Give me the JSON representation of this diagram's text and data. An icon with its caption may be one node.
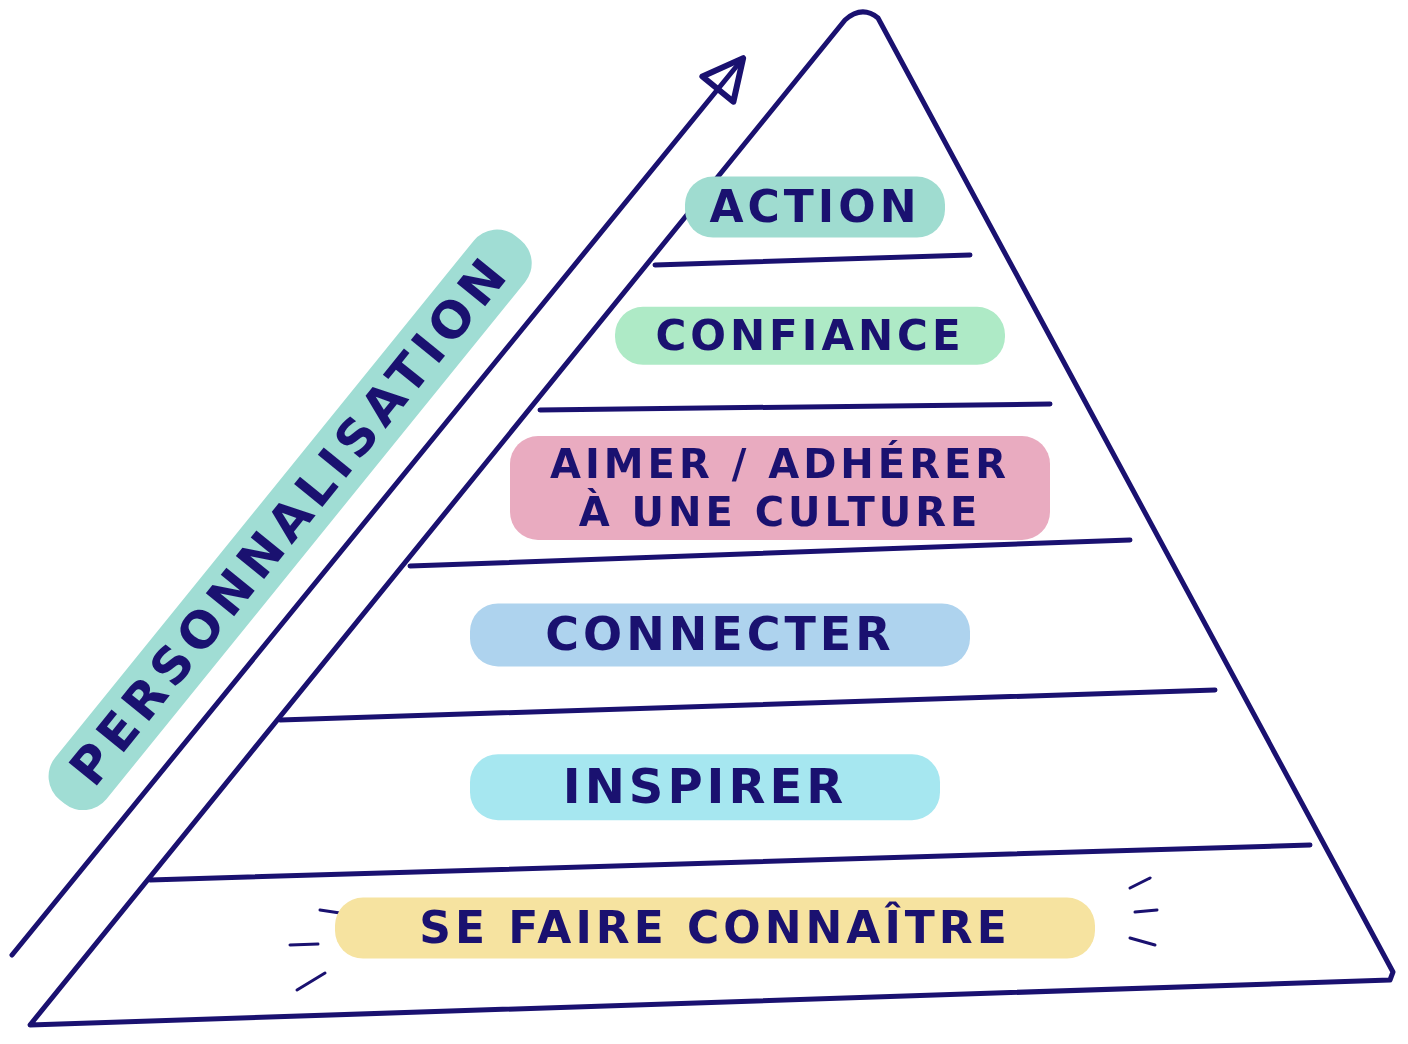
{
  "diagram": {
    "nodes": [
      {
        "text": [
          "ACTION"
        ]
      },
      {
        "text": [
          "CONFIANCE"
        ]
      },
      {
        "text": [
          "AIMER / ADHÉRER À UNE CULTURE"
        ]
      },
      {
        "text": [
          "CONNECTER"
        ]
      },
      {
        "text": [
          "INSPIRER"
        ]
      },
      {
        "text": [
          "SE FAIRE CONNAÎTRE"
        ]
      }
    ],
    "labels": [
      "PERSONNALISATION"
    ]
  }
}
